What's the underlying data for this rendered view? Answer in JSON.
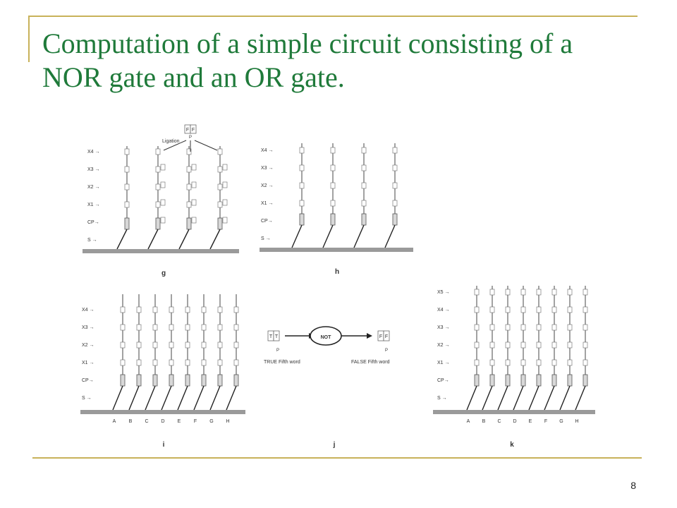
{
  "slide": {
    "title_line1": "Computation of a simple circuit consisting of a",
    "title_line2": "NOR gate and an OR gate.",
    "page_number": "8",
    "accent_color": "#1f7a3a",
    "rule_color": "#c8b25a"
  },
  "figure": {
    "panels": {
      "g": {
        "label": "g",
        "row_labels": [
          "X4 →",
          "X3 →",
          "X2 →",
          "X1 →",
          "CP→",
          "S →"
        ],
        "annotation": "Ligation",
        "top_word": [
          "F",
          "F"
        ],
        "top_marker": "P"
      },
      "h": {
        "label": "h",
        "row_labels": [
          "X4 →",
          "X3 →",
          "X2 →",
          "X1 →",
          "CP→",
          "S →"
        ]
      },
      "i": {
        "label": "i",
        "row_labels": [
          "X4 →",
          "X3 →",
          "X2 →",
          "X1 →",
          "CP→",
          "S →"
        ],
        "strand_labels": [
          "A",
          "B",
          "C",
          "D",
          "E",
          "F",
          "G",
          "H"
        ]
      },
      "j": {
        "label": "j",
        "gate": "NOT",
        "input_word": [
          "T",
          "T"
        ],
        "input_caption": "TRUE Fifth word",
        "output_word": [
          "F",
          "F"
        ],
        "output_caption": "FALSE Fifth word",
        "marker": "P"
      },
      "k": {
        "label": "k",
        "row_labels": [
          "X5 →",
          "X4 →",
          "X3 →",
          "X2 →",
          "X1 →",
          "CP→",
          "S →"
        ],
        "strand_labels": [
          "A",
          "B",
          "C",
          "D",
          "E",
          "F",
          "G",
          "H"
        ]
      }
    }
  }
}
